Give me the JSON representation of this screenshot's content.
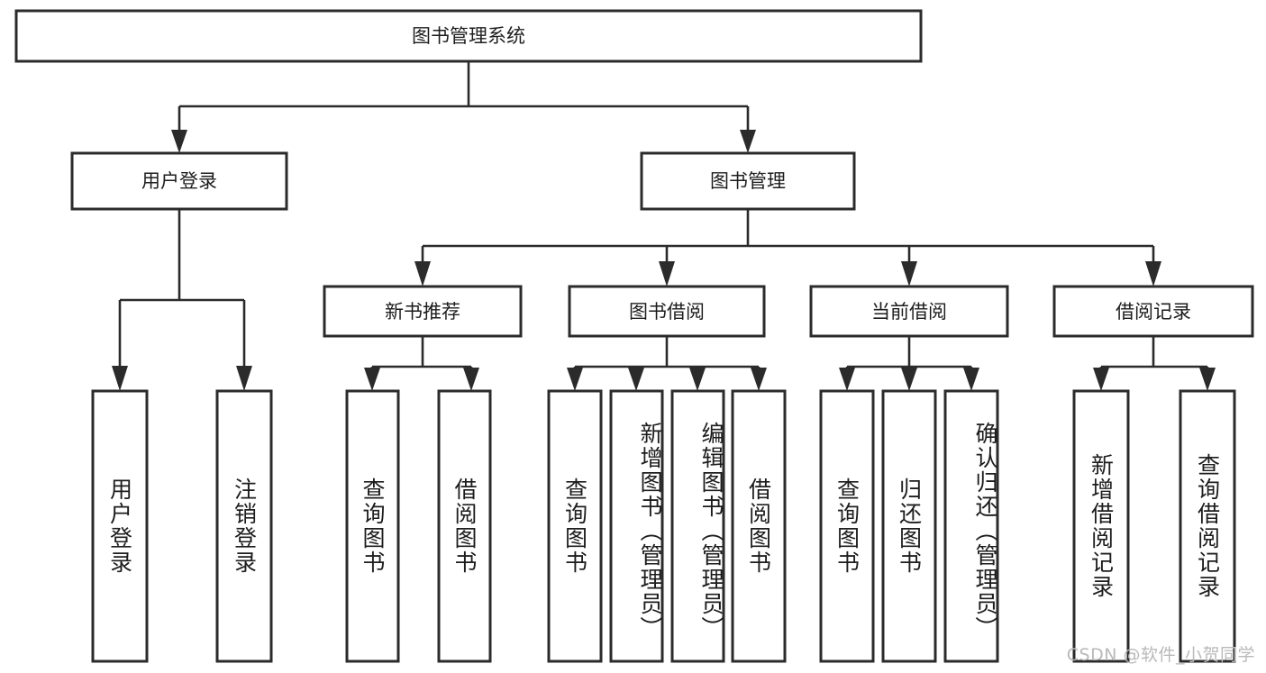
{
  "diagram": {
    "title": "图书管理系统",
    "type": "tree",
    "root": {
      "id": "root",
      "label": "图书管理系统",
      "orientation": "horizontal"
    },
    "level2": [
      {
        "id": "user-login",
        "label": "用户登录",
        "orientation": "horizontal"
      },
      {
        "id": "book-management",
        "label": "图书管理",
        "orientation": "horizontal"
      }
    ],
    "level3": [
      {
        "id": "new-book-recommend",
        "label": "新书推荐",
        "parent": "book-management",
        "orientation": "horizontal"
      },
      {
        "id": "book-borrow",
        "label": "图书借阅",
        "parent": "book-management",
        "orientation": "horizontal"
      },
      {
        "id": "current-borrow",
        "label": "当前借阅",
        "parent": "book-management",
        "orientation": "horizontal"
      },
      {
        "id": "borrow-record",
        "label": "借阅记录",
        "parent": "book-management",
        "orientation": "horizontal"
      }
    ],
    "leaves": [
      {
        "id": "leaf-user-login",
        "label": "用户登录",
        "parent": "user-login",
        "orientation": "vertical"
      },
      {
        "id": "leaf-user-logout",
        "label": "注销登录",
        "parent": "user-login",
        "orientation": "vertical"
      },
      {
        "id": "leaf-query-book-rec",
        "label": "查询图书",
        "parent": "new-book-recommend",
        "orientation": "vertical"
      },
      {
        "id": "leaf-borrow-book-rec",
        "label": "借阅图书",
        "parent": "new-book-recommend",
        "orientation": "vertical"
      },
      {
        "id": "leaf-query-book-borrow",
        "label": "查询图书",
        "parent": "book-borrow",
        "orientation": "vertical"
      },
      {
        "id": "leaf-add-book-admin",
        "label": "新增图书（管理员）",
        "parent": "book-borrow",
        "orientation": "vertical"
      },
      {
        "id": "leaf-edit-book-admin",
        "label": "编辑图书（管理员）",
        "parent": "book-borrow",
        "orientation": "vertical"
      },
      {
        "id": "leaf-borrow-book",
        "label": "借阅图书",
        "parent": "book-borrow",
        "orientation": "vertical"
      },
      {
        "id": "leaf-query-book-current",
        "label": "查询图书",
        "parent": "current-borrow",
        "orientation": "vertical"
      },
      {
        "id": "leaf-return-book",
        "label": "归还图书",
        "parent": "current-borrow",
        "orientation": "vertical"
      },
      {
        "id": "leaf-confirm-return-admin",
        "label": "确认归还（管理员）",
        "parent": "current-borrow",
        "orientation": "vertical"
      },
      {
        "id": "leaf-add-borrow-record",
        "label": "新增借阅记录",
        "parent": "borrow-record",
        "orientation": "vertical"
      },
      {
        "id": "leaf-query-borrow-record",
        "label": "查询借阅记录",
        "parent": "borrow-record",
        "orientation": "vertical"
      }
    ]
  },
  "watermark": {
    "text": "CSDN @软件_小贺同学"
  },
  "colors": {
    "background": "#ffffff",
    "box_stroke": "#2b2b2b",
    "box_fill": "#ffffff",
    "text": "#1d1d1d",
    "connector": "#2b2b2b",
    "watermark": "#b9b9b9"
  }
}
